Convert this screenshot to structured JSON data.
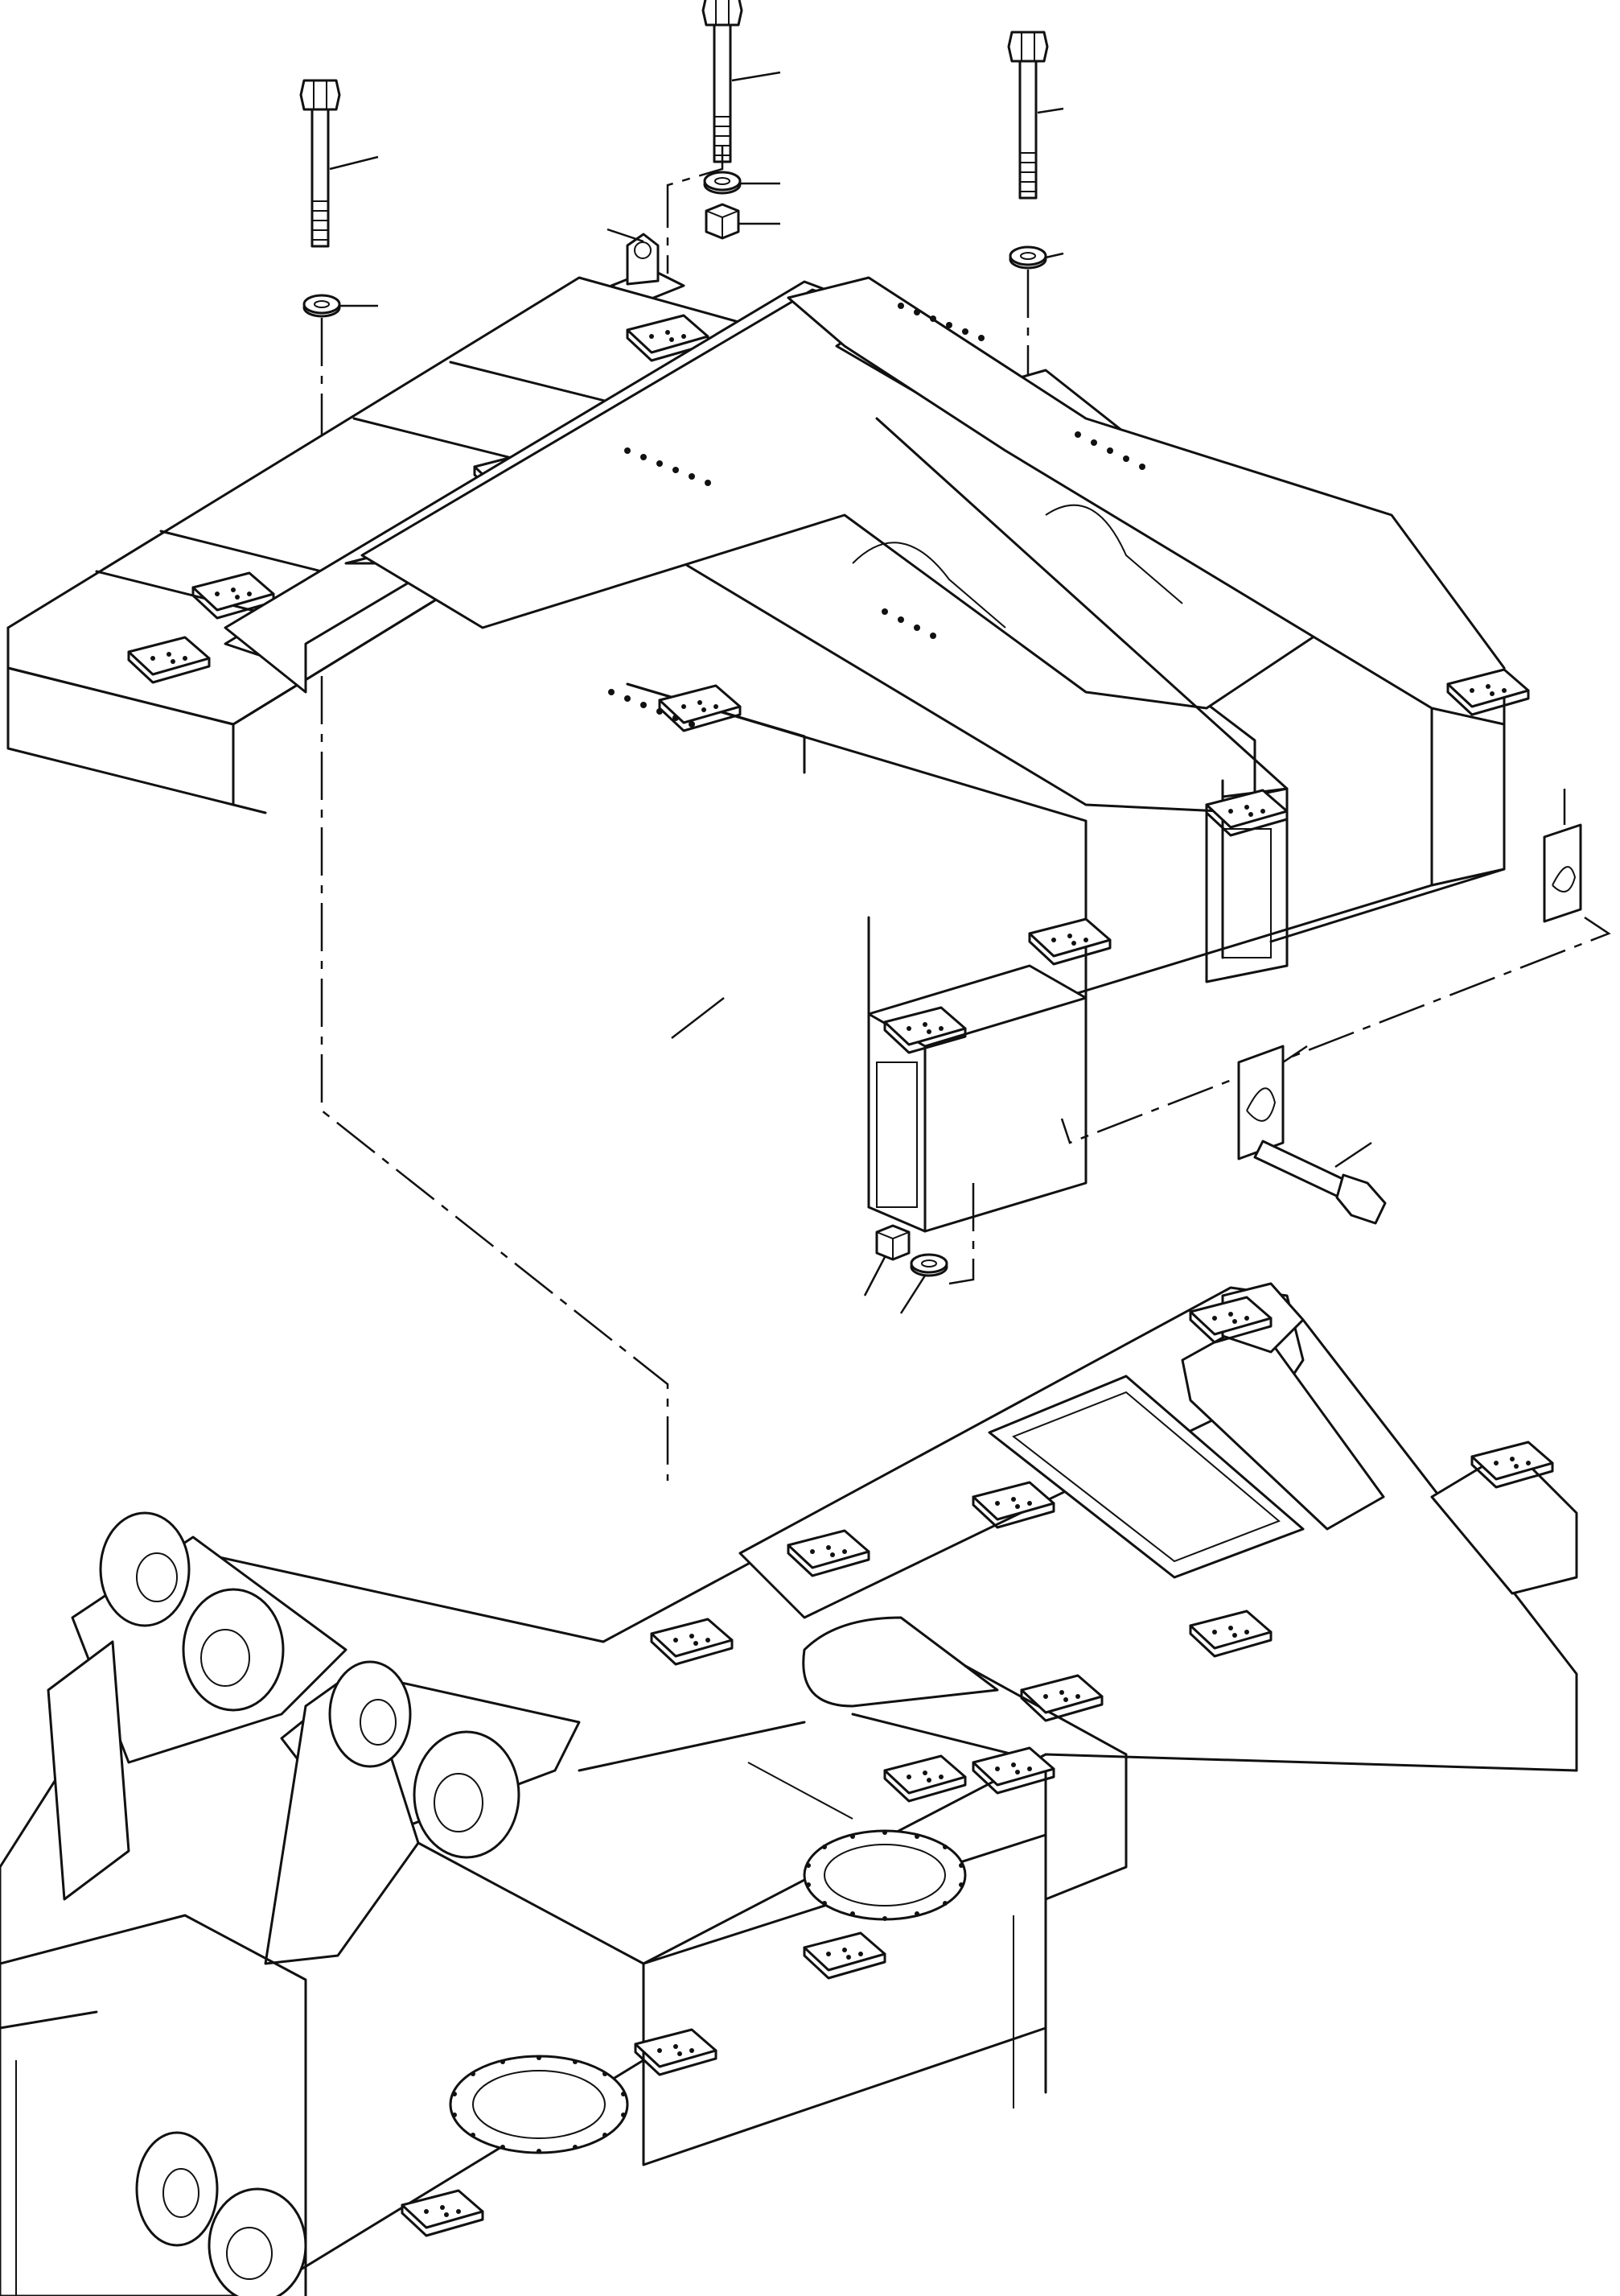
{
  "diagram": {
    "type": "exploded parts view",
    "parts": [
      {
        "name": "bolt-left",
        "leader": true
      },
      {
        "name": "washer-left",
        "leader": true
      },
      {
        "name": "bolt-center",
        "leader": true
      },
      {
        "name": "washer-center",
        "leader": true
      },
      {
        "name": "nut-center",
        "leader": true
      },
      {
        "name": "bracket-top",
        "leader": true
      },
      {
        "name": "bolt-right",
        "leader": true
      },
      {
        "name": "washer-right",
        "leader": true
      },
      {
        "name": "subframe",
        "leader": true
      },
      {
        "name": "bracket-side-upper",
        "leader": true
      },
      {
        "name": "bracket-side-lower",
        "leader": true
      },
      {
        "name": "bolt-side",
        "leader": true
      },
      {
        "name": "nut-bottom",
        "leader": true
      },
      {
        "name": "washer-bottom",
        "leader": true
      },
      {
        "name": "main-frame",
        "leader": false
      }
    ]
  }
}
